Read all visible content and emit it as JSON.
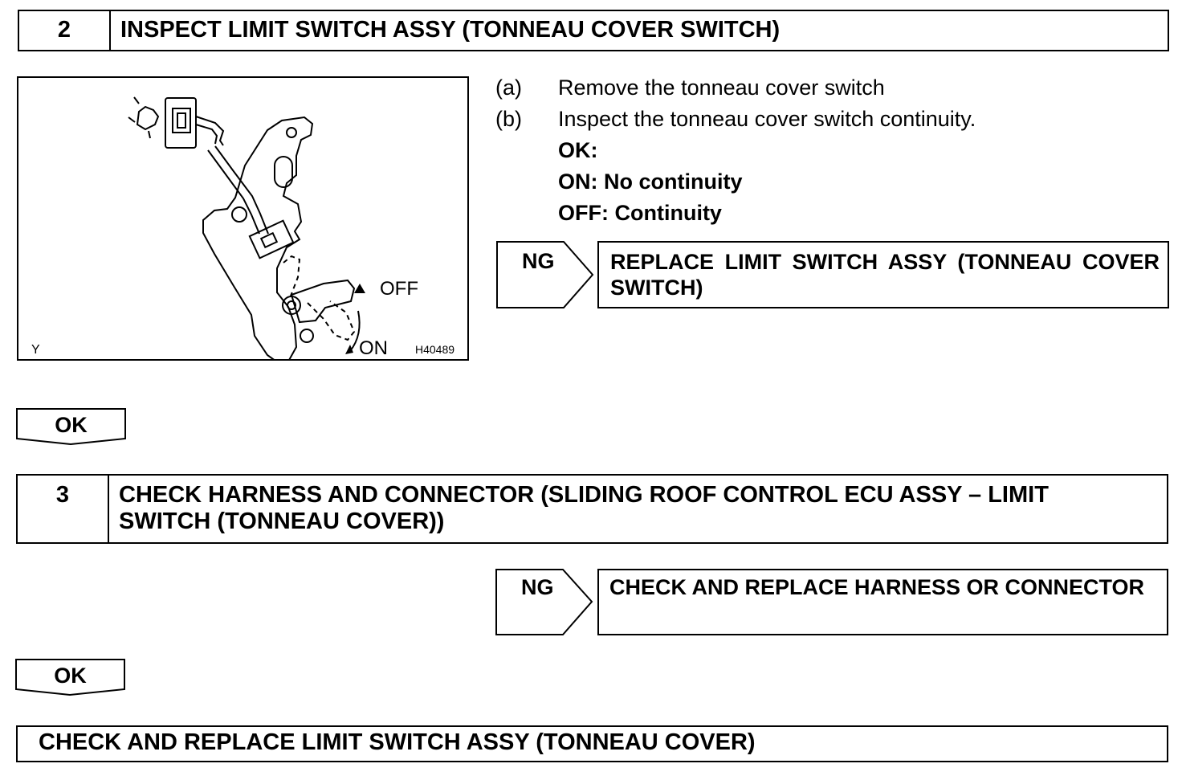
{
  "step2": {
    "number": "2",
    "title": "INSPECT LIMIT SWITCH ASSY (TONNEAU COVER SWITCH)",
    "instructions": {
      "a_label": "(a)",
      "a_text": "Remove the tonneau cover switch",
      "b_label": "(b)",
      "b_text": "Inspect the tonneau cover switch continuity.",
      "ok_heading": "OK:",
      "on_spec": "ON: No continuity",
      "off_spec": "OFF: Continuity"
    },
    "figure": {
      "label_off": "OFF",
      "label_on": "ON",
      "label_y": "Y",
      "figure_id": "H40489"
    },
    "ng": {
      "tag": "NG",
      "action": "REPLACE LIMIT SWITCH ASSY (TONNEAU COVER SWITCH)"
    },
    "ok": "OK"
  },
  "step3": {
    "number": "3",
    "title": "CHECK HARNESS AND CONNECTOR (SLIDING ROOF CONTROL ECU ASSY – LIMIT SWITCH (TONNEAU COVER))",
    "ng": {
      "tag": "NG",
      "action": "CHECK AND REPLACE HARNESS OR CONNECTOR"
    },
    "ok": "OK"
  },
  "final": {
    "action": "CHECK AND REPLACE LIMIT SWITCH ASSY (TONNEAU COVER)"
  }
}
